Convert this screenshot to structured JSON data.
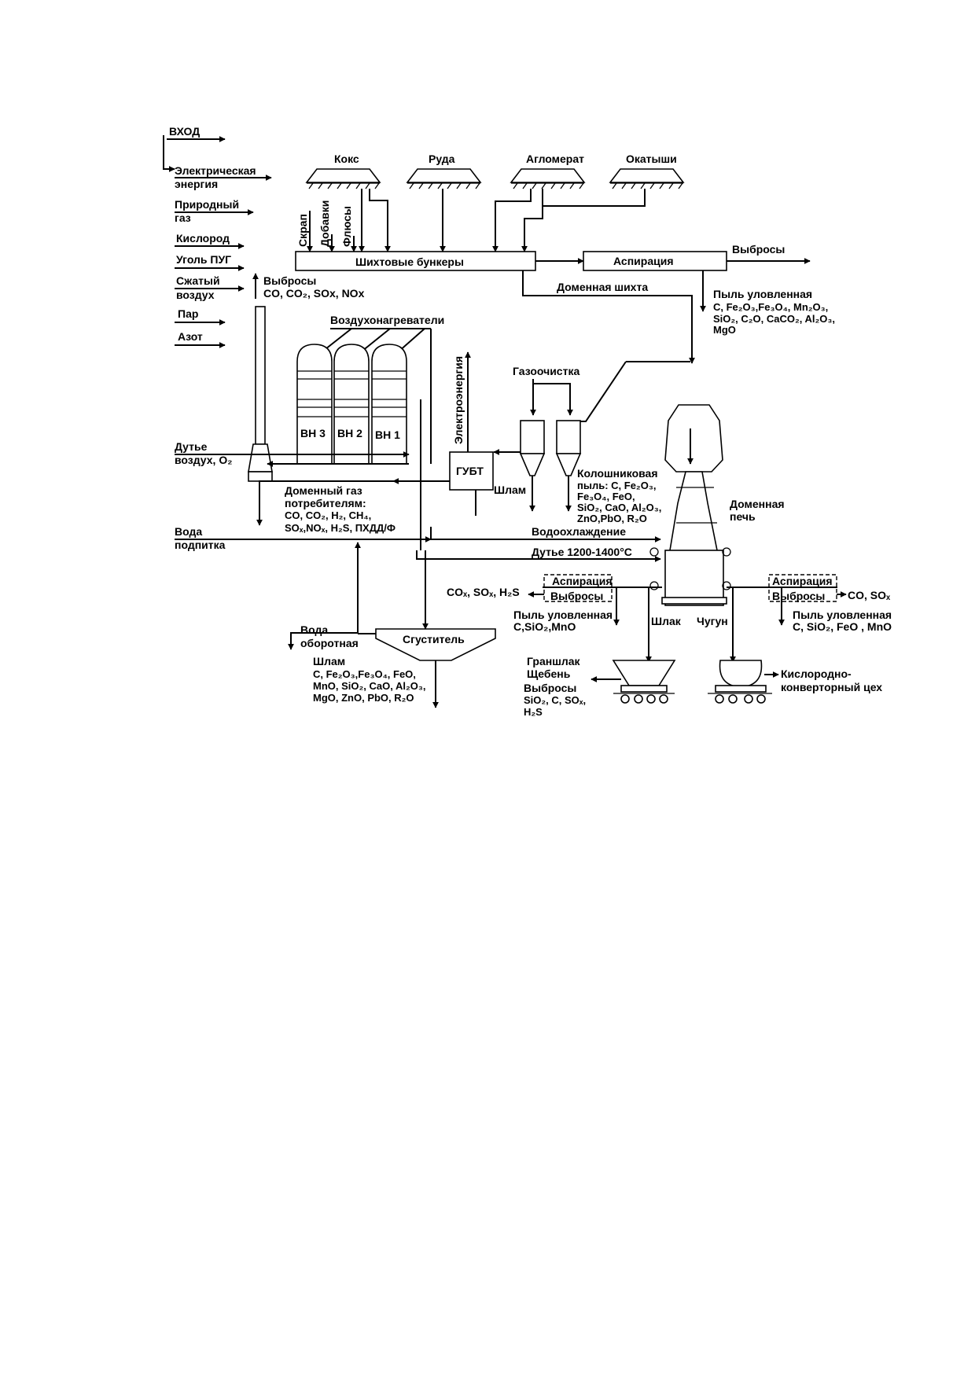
{
  "inputs": {
    "title": "ВХОД",
    "electric_1": "Электрическая",
    "electric_2": "энергия",
    "natgas_1": "Природный",
    "natgas_2": "газ",
    "oxygen": "Кислород",
    "coal": "Уголь ПУГ",
    "air_1": "Сжатый",
    "air_2": "воздух",
    "steam": "Пар",
    "nitrogen": "Азот"
  },
  "materials": {
    "coke": "Кокс",
    "ore": "Руда",
    "sinter": "Агломерат",
    "pellets": "Окатыши",
    "scrap": "Скрап",
    "additives": "Добавки",
    "fluxes": "Флюсы"
  },
  "charge": {
    "bunkers": "Шихтовые бункеры",
    "aspiration": "Аспирация",
    "emissions": "Выбросы",
    "blast_charge": "Доменная шихта",
    "dust_1": "Пыль уловленная",
    "dust_2": "C, Fe₂O₃,Fe₃O₄, Mn₂O₃,",
    "dust_3": "SiO₂, C₂O, CaCO₂, Al₂O₃,",
    "dust_4": "MgO"
  },
  "stack": {
    "emissions_1": "Выбросы",
    "emissions_2": "CO, CO₂, SOx, NOx"
  },
  "stoves": {
    "title": "Воздухонагреватели",
    "vn3": "ВН 3",
    "vn2": "ВН 2",
    "vn1": "ВН 1",
    "blast_1": "Дутье",
    "blast_2": "воздух, O₂"
  },
  "gas": {
    "cleaning": "Газоочистка",
    "electricity": "Электроэнергия",
    "gubt": "ГУБТ",
    "sludge": "Шлам",
    "top_dust_1": "Колошниковая",
    "top_dust_2": "пыль: C, Fe₂O₃,",
    "top_dust_3": "Fe₃O₄, FeO,",
    "top_dust_4": "SiO₂, CaO, Al₂O₃,",
    "top_dust_5": "ZnO,PbO, R₂O",
    "consumers_1": "Доменный газ",
    "consumers_2": "потребителям:",
    "consumers_3": "CO, CO₂, H₂, CH₄,",
    "consumers_4": "SOₓ,NOₓ, H₂S, ПХДД/Ф"
  },
  "furnace": {
    "label_1": "Доменная",
    "label_2": "печь",
    "water_cooling": "Водоохлаждение",
    "hot_blast": "Дутье 1200-1400°C"
  },
  "water": {
    "makeup_1": "Вода",
    "makeup_2": "подпитка",
    "recycled_1": "Вода",
    "recycled_2": "оборотная",
    "thickener": "Сгуститель",
    "sludge_1": "Шлам",
    "sludge_2": "C, Fe₂O₃,Fe₃O₄, FeO,",
    "sludge_3": "MnO, SiO₂, CaO, Al₂O₃,",
    "sludge_4": "MgO, ZnO, PbO, R₂O"
  },
  "casthouse": {
    "aspiration_l": "Аспирация",
    "emissions_l": "Выбросы",
    "gases_l": "COₓ, SOₓ, H₂S",
    "dust_l_1": "Пыль уловленная",
    "dust_l_2": "C,SiO₂,MnO",
    "slag": "Шлак",
    "iron": "Чугун",
    "aspiration_r": "Аспирация",
    "emissions_r": "Выбросы",
    "gases_r": "CO, SOₓ",
    "dust_r_1": "Пыль уловленная",
    "dust_r_2": "C, SiO₂, FeO , MnO",
    "granslag_1": "Граншлак",
    "granslag_2": "Щебень",
    "granslag_3": "Выбросы",
    "granslag_4": "SiO₂, C, SOₓ,",
    "granslag_5": "H₂S",
    "bof_1": "Кислородно-",
    "bof_2": "конверторный цех"
  }
}
